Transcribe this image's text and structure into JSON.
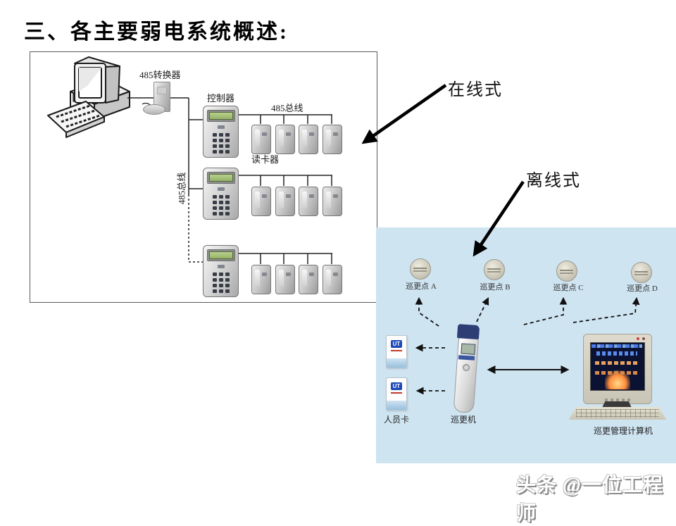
{
  "title": "三、各主要弱电系统概述:",
  "annotations": {
    "online": "在线式",
    "offline": "离线式"
  },
  "online_diagram": {
    "converter_label": "485转换器",
    "controller_label": "控制器",
    "bus_label": "485总线",
    "reader_label": "读卡器",
    "vertical_bus_label": "485总线"
  },
  "offline_diagram": {
    "patrol_points": [
      {
        "label": "巡更点 A"
      },
      {
        "label": "巡更点 B"
      },
      {
        "label": "巡更点 C"
      },
      {
        "label": "巡更点 D"
      }
    ],
    "card_label": "人员卡",
    "card_logo": "UT",
    "patrol_reader_label": "巡更机",
    "computer_label": "巡更管理计算机"
  },
  "watermark": "头条 @一位工程师",
  "colors": {
    "panel_blue": "#cfe4f1",
    "lcd_green": "#a9c77f",
    "wand_navy": "#2d3e74"
  }
}
